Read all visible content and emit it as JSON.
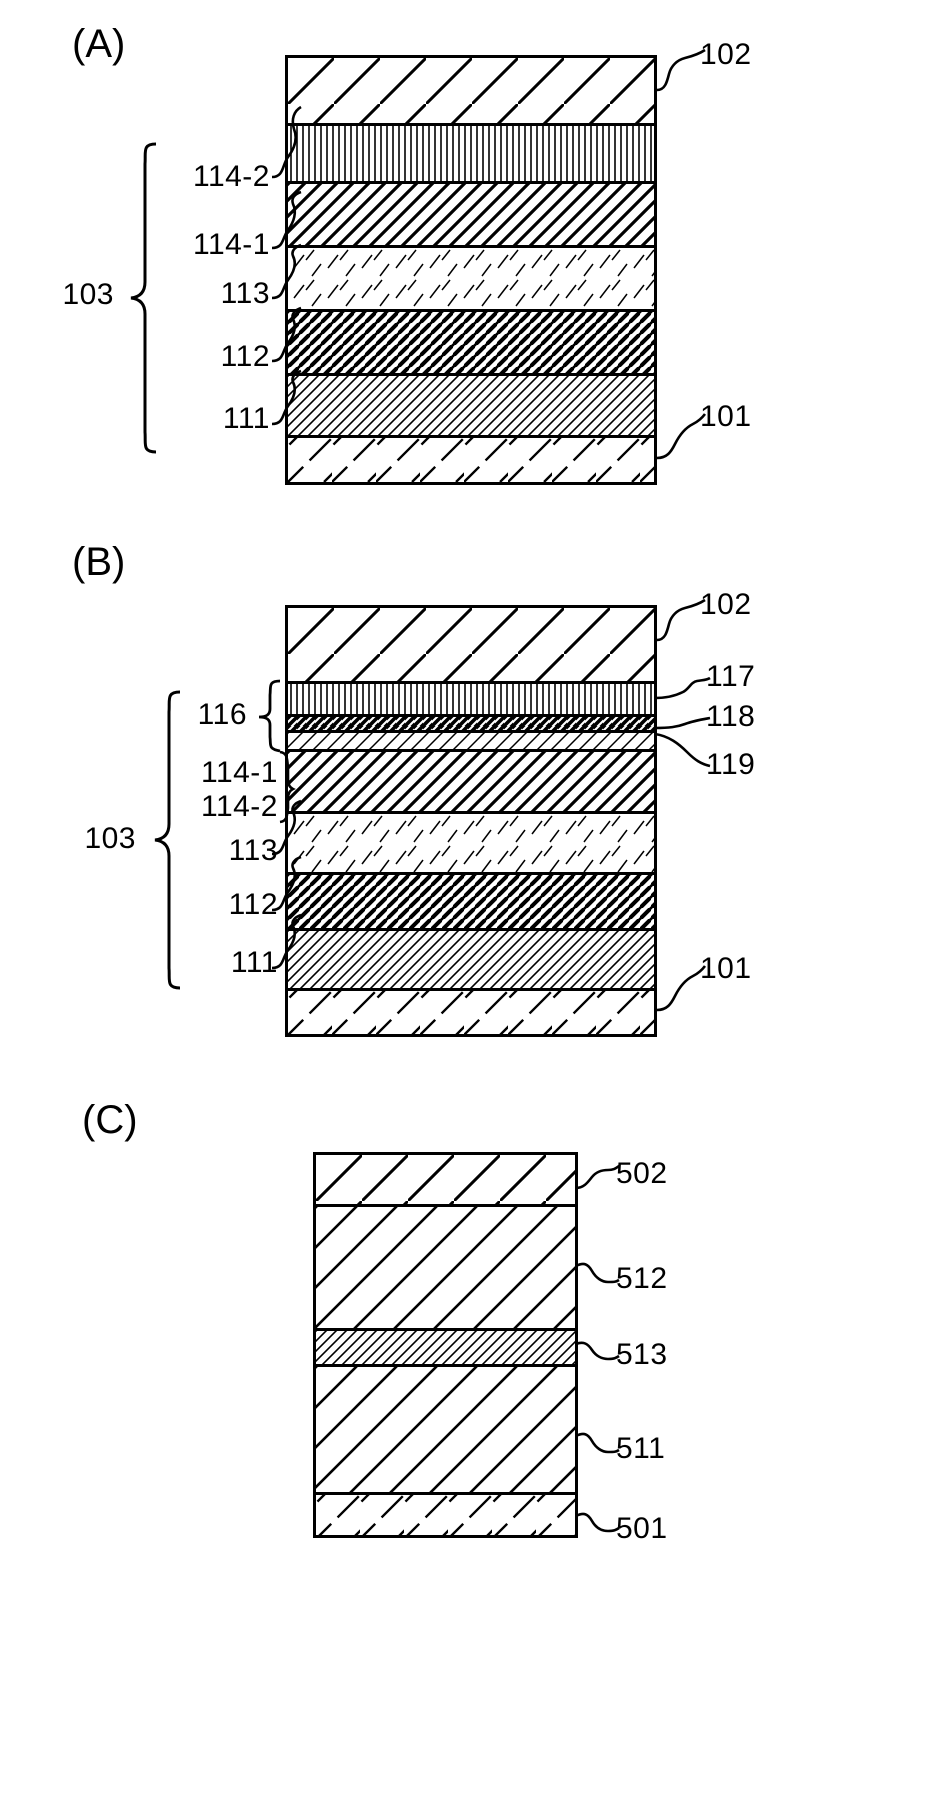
{
  "figure": {
    "panels": [
      {
        "id": "A",
        "label": "(A)",
        "group_label": "103",
        "refs_left": [
          "114-2",
          "114-1",
          "113",
          "112",
          "111"
        ],
        "refs_right": [
          "102",
          "101"
        ],
        "layers": [
          {
            "ref": "102",
            "pattern": "wide-diagonal",
            "height": 68
          },
          {
            "ref": "114-2",
            "pattern": "vertical-lines",
            "height": 58
          },
          {
            "ref": "114-1",
            "pattern": "medium-diagonal",
            "height": 65
          },
          {
            "ref": "113",
            "pattern": "sparse-dash",
            "height": 63
          },
          {
            "ref": "112",
            "pattern": "dense-diagonal-dark",
            "height": 65
          },
          {
            "ref": "111",
            "pattern": "fine-diagonal",
            "height": 62
          },
          {
            "ref": "101",
            "pattern": "broken-diagonal",
            "height": 57
          }
        ]
      },
      {
        "id": "B",
        "label": "(B)",
        "group_label": "103",
        "sub_group_label": "116",
        "refs_left": [
          "116",
          "114-1",
          "114-2",
          "113",
          "112",
          "111"
        ],
        "refs_right": [
          "102",
          "117",
          "118",
          "119",
          "101"
        ],
        "layers": [
          {
            "ref": "102",
            "pattern": "wide-diagonal",
            "height": 78
          },
          {
            "ref": "117",
            "pattern": "vertical-lines",
            "height": 34
          },
          {
            "ref": "118",
            "pattern": "dense-diagonal-heavy",
            "height": 17
          },
          {
            "ref": "119",
            "pattern": "light-diagonal-thin",
            "height": 20
          },
          {
            "ref": "114-1",
            "pattern": "medium-diagonal",
            "height": 62
          },
          {
            "ref": "113",
            "pattern": "sparse-dash",
            "height": 60
          },
          {
            "ref": "112",
            "pattern": "dense-diagonal-dark",
            "height": 56
          },
          {
            "ref": "111",
            "pattern": "fine-diagonal",
            "height": 62
          },
          {
            "ref": "101",
            "pattern": "broken-diagonal",
            "height": 58
          }
        ]
      },
      {
        "id": "C",
        "label": "(C)",
        "refs_right": [
          "502",
          "512",
          "513",
          "511",
          "501"
        ],
        "layers": [
          {
            "ref": "502",
            "pattern": "wide-diagonal",
            "height": 54
          },
          {
            "ref": "512",
            "pattern": "wide-diagonal-large",
            "height": 160
          },
          {
            "ref": "513",
            "pattern": "fine-diagonal",
            "height": 40
          },
          {
            "ref": "511",
            "pattern": "wide-diagonal-large",
            "height": 150
          },
          {
            "ref": "501",
            "pattern": "broken-diagonal",
            "height": 42
          }
        ]
      }
    ]
  },
  "panelA": {
    "title": "(A)",
    "group": "103",
    "ref_102": "102",
    "ref_114_2": "114-2",
    "ref_114_1": "114-1",
    "ref_113": "113",
    "ref_112": "112",
    "ref_111": "111",
    "ref_101": "101"
  },
  "panelB": {
    "title": "(B)",
    "group": "103",
    "group_116": "116",
    "ref_102": "102",
    "ref_117": "117",
    "ref_118": "118",
    "ref_119": "119",
    "ref_114_1": "114-1",
    "ref_114_2": "114-2",
    "ref_113": "113",
    "ref_112": "112",
    "ref_111": "111",
    "ref_101": "101"
  },
  "panelC": {
    "title": "(C)",
    "ref_502": "502",
    "ref_512": "512",
    "ref_513": "513",
    "ref_511": "511",
    "ref_501": "501"
  },
  "colors": {
    "ink": "#000000",
    "paper": "#ffffff"
  }
}
